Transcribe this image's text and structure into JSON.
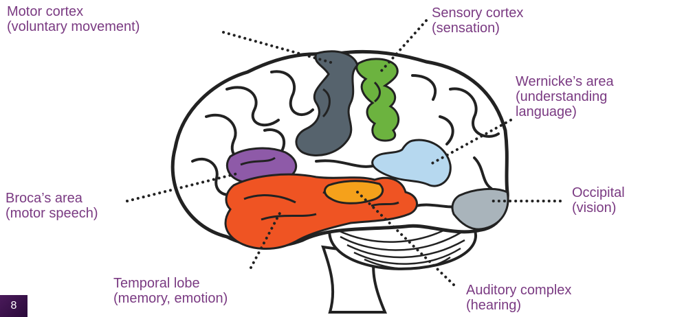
{
  "colors": {
    "label_text": "#7a3a82",
    "motor_cortex": "#56636d",
    "sensory_cortex": "#6cb33f",
    "wernicke": "#b6d8ef",
    "broca": "#8e5aa8",
    "temporal_lobe": "#ef5423",
    "auditory": "#f5a11b",
    "occipital": "#a9b4bb",
    "brain_outline": "#222222",
    "brain_fill": "#ffffff"
  },
  "labels": {
    "motor": {
      "line1": "Motor cortex",
      "line2": "(voluntary movement)"
    },
    "sensory": {
      "line1": "Sensory cortex",
      "line2": "(sensation)"
    },
    "wernicke": {
      "line1": "Wernicke’s area",
      "line2": "(understanding",
      "line3": "language)"
    },
    "occipital": {
      "line1": "Occipital",
      "line2": "(vision)"
    },
    "broca": {
      "line1": "Broca’s area",
      "line2": "(motor speech)"
    },
    "temporal": {
      "line1": "Temporal lobe",
      "line2": "(memory, emotion)"
    },
    "auditory": {
      "line1": "Auditory complex",
      "line2": "(hearing)"
    }
  },
  "corner_badge": {
    "text": "8"
  }
}
